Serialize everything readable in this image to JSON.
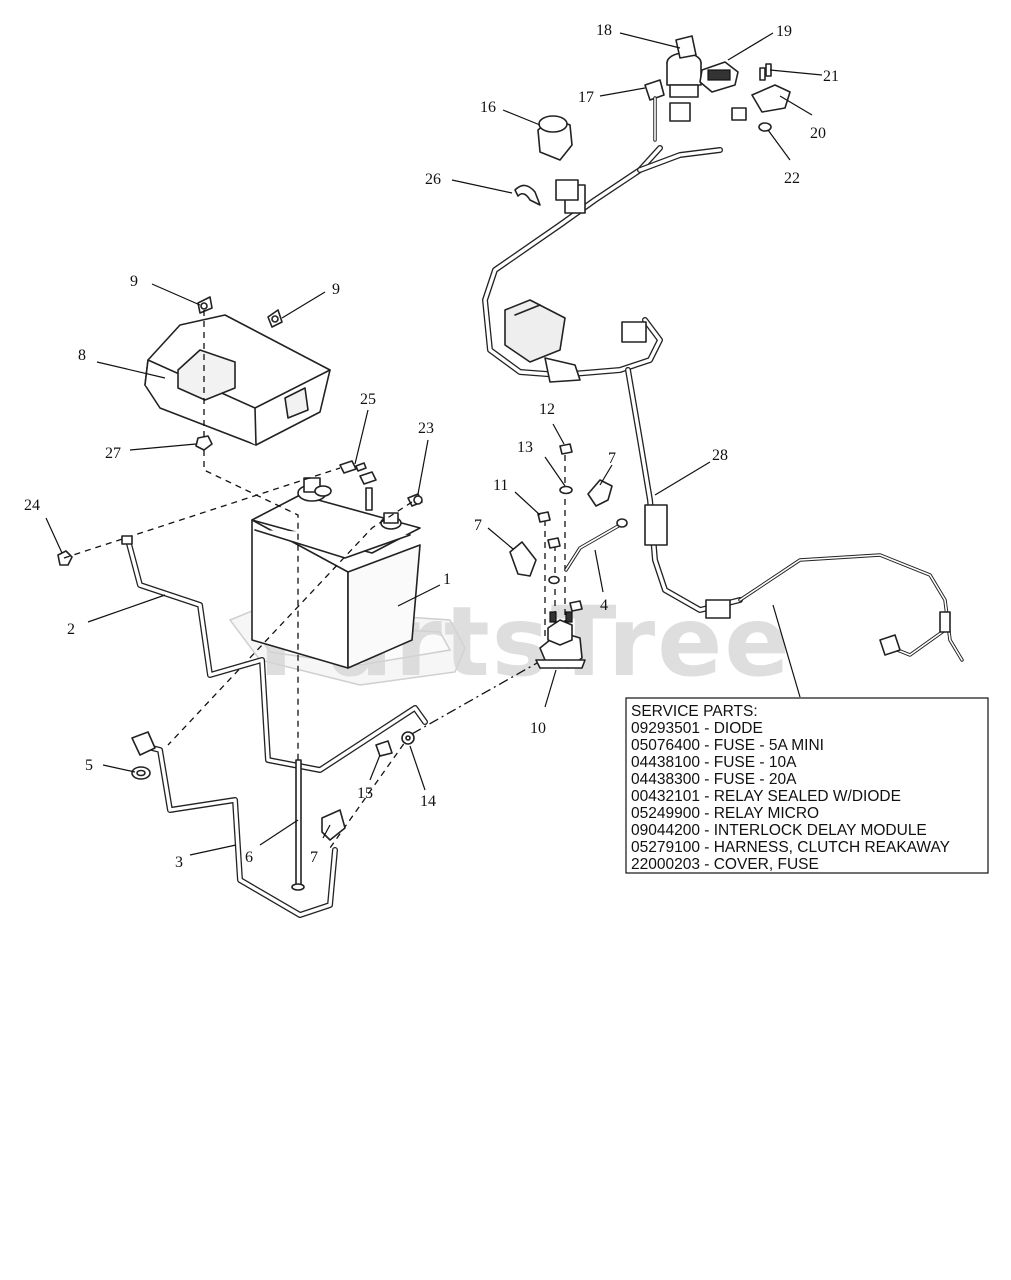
{
  "watermark": "PartsTree",
  "callouts": [
    "1",
    "2",
    "3",
    "4",
    "5",
    "6",
    "7",
    "7",
    "7",
    "8",
    "9",
    "9",
    "10",
    "11",
    "12",
    "13",
    "14",
    "15",
    "16",
    "17",
    "18",
    "19",
    "20",
    "21",
    "22",
    "23",
    "24",
    "25",
    "26",
    "27",
    "28"
  ],
  "service_parts": {
    "heading": "SERVICE PARTS:",
    "items": [
      "09293501 - DIODE",
      "05076400 - FUSE - 5A MINI",
      "04438100 - FUSE - 10A",
      "04438300 - FUSE - 20A",
      "00432101 - RELAY SEALED W/DIODE",
      "05249900 - RELAY MICRO",
      "09044200 - INTERLOCK DELAY MODULE",
      "05279100 - HARNESS, CLUTCH REAKAWAY",
      "22000203 - COVER, FUSE"
    ]
  }
}
